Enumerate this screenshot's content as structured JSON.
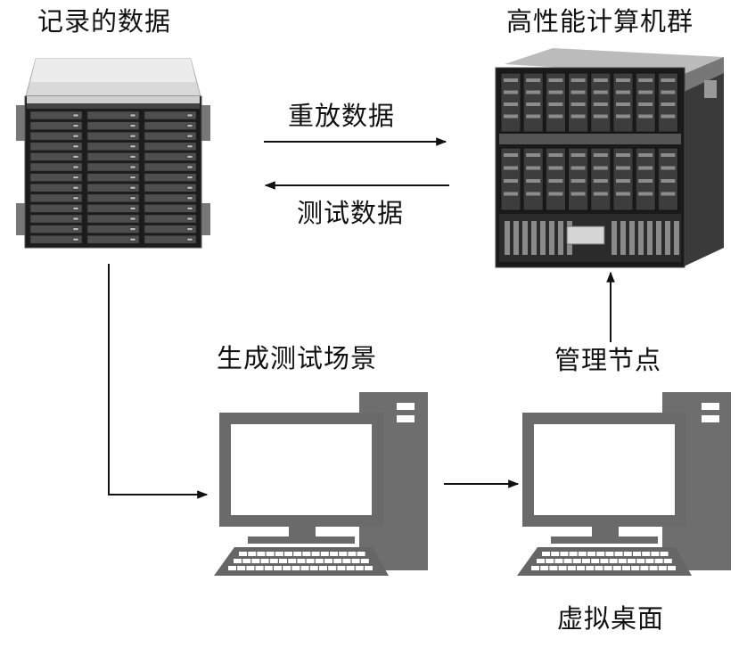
{
  "labels": {
    "recorded_data": "记录的数据",
    "compute_cluster": "高性能计算机群",
    "replay_data": "重放数据",
    "test_data": "测试数据",
    "generate_scenario": "生成测试场景",
    "management_node": "管理节点",
    "virtual_desktop": "虚拟桌面"
  },
  "colors": {
    "line": "#111111",
    "monitor_body": "#6a6a6a",
    "tower": "#6e6e6e",
    "keyboard": "#666666",
    "screen": "#ffffff",
    "server_frame": "#1c1c1c"
  }
}
